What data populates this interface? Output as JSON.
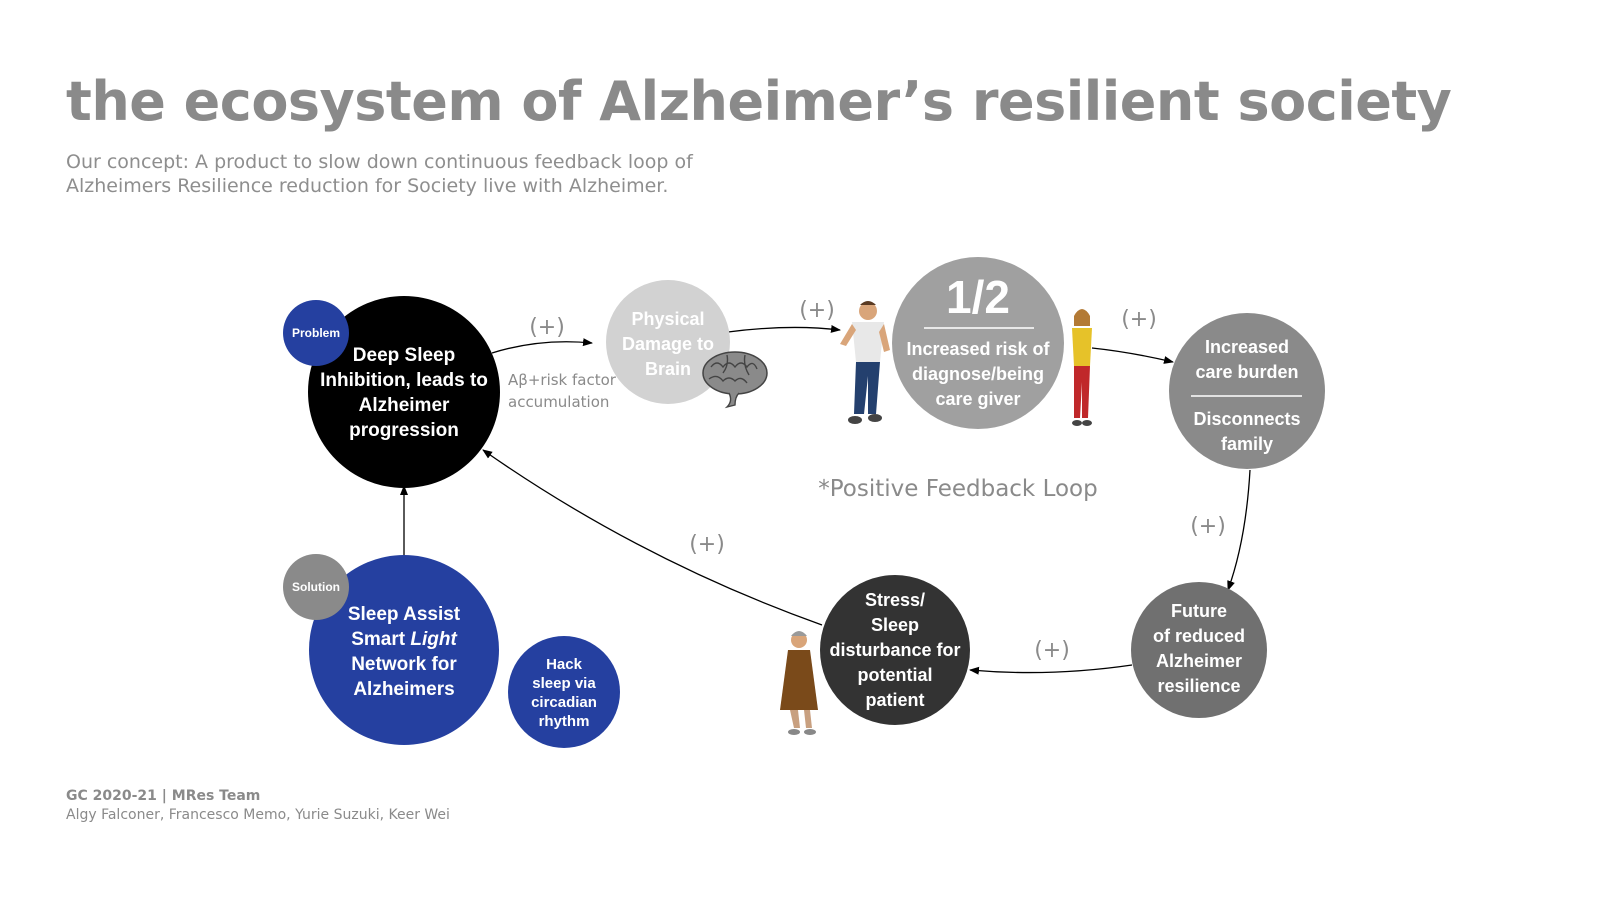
{
  "title": "the ecosystem of Alzheimer’s resilient society",
  "subtitle": [
    "Our concept: A product to slow down continuous feedback loop of",
    "Alzheimers Resilience reduction for Society live with Alzheimer."
  ],
  "footer": {
    "team": "GC 2020-21 | MRes Team",
    "names": "Algy Falconer, Francesco Memo, Yurie Suzuki, Keer Wei"
  },
  "badges": {
    "problem": "Problem",
    "solution": "Solution"
  },
  "nodes": {
    "deep_sleep": [
      "Deep Sleep",
      "Inhibition, leads to",
      "Alzheimer",
      "progression"
    ],
    "physical_damage": [
      "Physical",
      "Damage to",
      "Brain"
    ],
    "half_risk_big": "1/2",
    "half_risk": [
      "Increased risk of",
      "diagnose/being",
      "care giver"
    ],
    "care_burden_top": [
      "Increased",
      "care burden"
    ],
    "care_burden_bottom": [
      "Disconnects",
      "family"
    ],
    "future": [
      "Future",
      "of reduced",
      "Alzheimer",
      "resilience"
    ],
    "stress": [
      "Stress/",
      "Sleep",
      "disturbance for",
      "potential",
      "patient"
    ],
    "sleep_assist": [
      "Sleep Assist",
      "Smart ",
      "Light",
      "Network for",
      "Alzheimers"
    ],
    "hack": [
      "Hack",
      "sleep via",
      "circadian",
      "rhythm"
    ]
  },
  "edge_labels": {
    "plus": "(+)",
    "abeta": [
      "Aβ+risk factor",
      "accumulation"
    ]
  },
  "loop_label": "*Positive Feedback Loop",
  "colors": {
    "black": "#000000",
    "dark": "#333333",
    "mid_gray": "#8a8a8a",
    "gray": "#a0a0a0",
    "light_gray": "#d2d2d2",
    "blue": "#2540a0"
  }
}
